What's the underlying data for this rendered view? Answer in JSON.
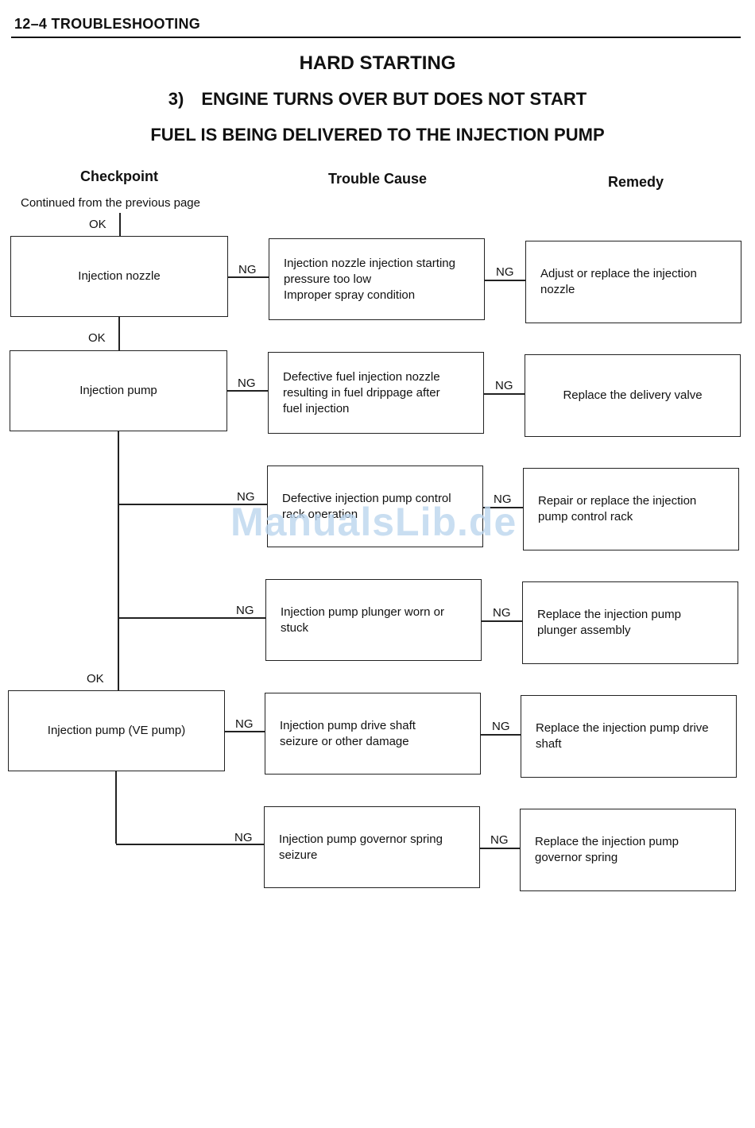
{
  "header": {
    "section": "12–4  TROUBLESHOOTING"
  },
  "titles": {
    "main": "HARD STARTING",
    "sub_number": "3)",
    "sub_text": "ENGINE TURNS OVER BUT DOES NOT START",
    "sub2": "FUEL IS BEING DELIVERED TO THE INJECTION PUMP"
  },
  "columns": {
    "checkpoint": "Checkpoint",
    "cause": "Trouble Cause",
    "remedy": "Remedy"
  },
  "continued_note": "Continued from the previous page",
  "labels": {
    "ok": "OK",
    "ng": "NG"
  },
  "checkpoints": [
    "Injection nozzle",
    "Injection pump",
    "Injection pump (VE pump)"
  ],
  "rows": [
    {
      "cause": "Injection nozzle injection starting\npressure too low\nImproper spray condition",
      "remedy": "Adjust or replace the injection\nnozzle"
    },
    {
      "cause": "Defective fuel injection nozzle\nresulting in fuel drippage after\nfuel injection",
      "remedy": "Replace the delivery valve"
    },
    {
      "cause": "Defective injection pump control\nrack operation",
      "remedy": "Repair or replace the injection\npump control rack"
    },
    {
      "cause": "Injection pump plunger worn or\nstuck",
      "remedy": "Replace the injection pump\nplunger assembly"
    },
    {
      "cause": "Injection pump drive shaft\nseizure or other damage",
      "remedy": "Replace the injection pump drive\nshaft"
    },
    {
      "cause": "Injection pump governor spring\nseizure",
      "remedy": "Replace the injection pump\ngovernor spring"
    }
  ],
  "watermark": "ManualsLib.de"
}
